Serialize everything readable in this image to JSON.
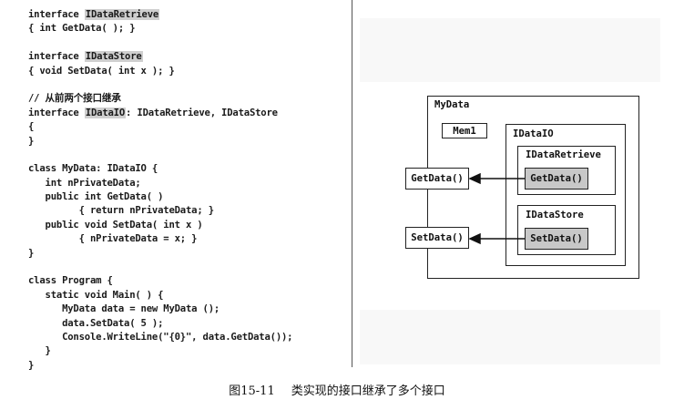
{
  "code": {
    "lines": [
      [
        "interface ",
        "IDataRetrieve",
        ""
      ],
      [
        "{ int GetData( ); }",
        "",
        ""
      ],
      [
        "",
        "",
        ""
      ],
      [
        "interface ",
        "IDataStore",
        ""
      ],
      [
        "{ void SetData( int x ); }",
        "",
        ""
      ],
      [
        "",
        "",
        ""
      ],
      [
        "// 从前两个接口继承",
        "",
        ""
      ],
      [
        "interface ",
        "IDataIO",
        ": IDataRetrieve, IDataStore"
      ],
      [
        "{",
        "",
        ""
      ],
      [
        "}",
        "",
        ""
      ],
      [
        "",
        "",
        ""
      ],
      [
        "class MyData: IDataIO {",
        "",
        ""
      ],
      [
        "   int nPrivateData;",
        "",
        ""
      ],
      [
        "   public int GetData( )",
        "",
        ""
      ],
      [
        "         { return nPrivateData; }",
        "",
        ""
      ],
      [
        "   public void SetData( int x )",
        "",
        ""
      ],
      [
        "         { nPrivateData = x; }",
        "",
        ""
      ],
      [
        "}",
        "",
        ""
      ],
      [
        "",
        "",
        ""
      ],
      [
        "class Program {",
        "",
        ""
      ],
      [
        "   static void Main( ) {",
        "",
        ""
      ],
      [
        "      MyData data = new MyData ();",
        "",
        ""
      ],
      [
        "      data.SetData( 5 );",
        "",
        ""
      ],
      [
        "      Console.WriteLine(\"{0}\", data.GetData());",
        "",
        ""
      ],
      [
        "   }",
        "",
        ""
      ],
      [
        "}",
        "",
        ""
      ]
    ]
  },
  "diagram": {
    "outer_label": "MyData",
    "mem_label": "Mem1",
    "io_label": "IDataIO",
    "retrieve_label": "IDataRetrieve",
    "store_label": "IDataStore",
    "get_method": "GetData()",
    "set_method": "SetData()",
    "inner_get": "GetData()",
    "inner_set": "SetData()"
  },
  "caption": {
    "number": "图15-11",
    "text": "类实现的接口继承了多个接口"
  }
}
